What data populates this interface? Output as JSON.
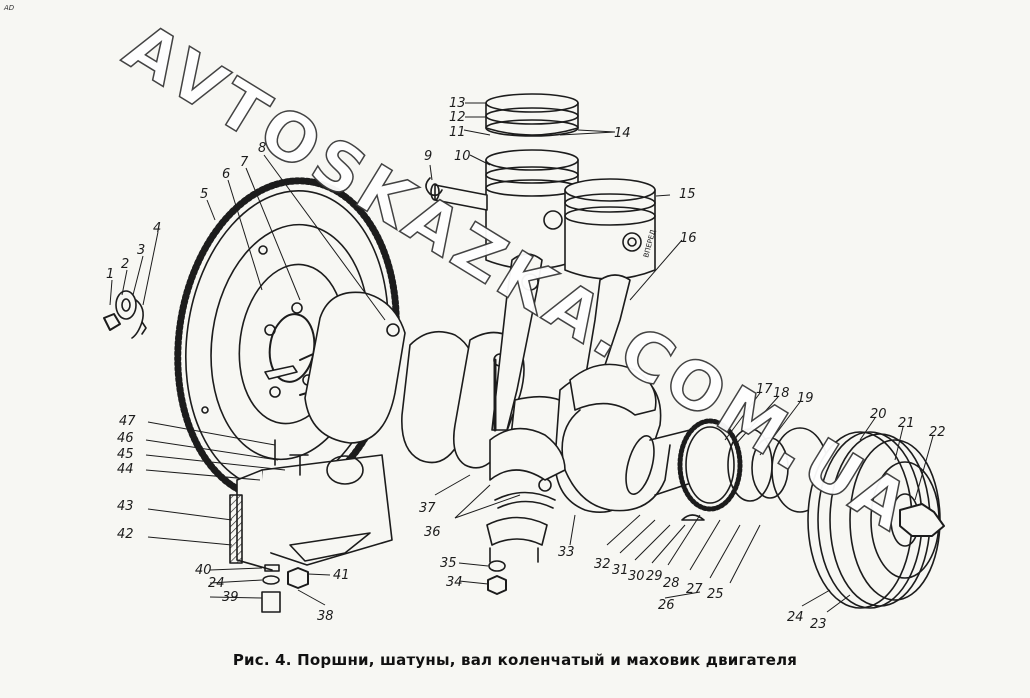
{
  "corner_mark": "AD",
  "watermark": "AVTOSKAZKA.COM.UA",
  "caption": "Рис. 4. Поршни, шатуны, вал коленчатый и маховик двигателя",
  "part_labels": [
    "1",
    "2",
    "3",
    "4",
    "5",
    "6",
    "7",
    "8",
    "9",
    "10",
    "11",
    "12",
    "13",
    "14",
    "15",
    "16",
    "17",
    "18",
    "19",
    "20",
    "21",
    "22",
    "23",
    "24",
    "24",
    "24",
    "25",
    "26",
    "27",
    "28",
    "29",
    "30",
    "31",
    "32",
    "33",
    "34",
    "35",
    "36",
    "37",
    "38",
    "39",
    "40",
    "41",
    "42",
    "43",
    "44",
    "45",
    "46",
    "47"
  ],
  "piston_stamp": "ВПЕРЕД",
  "colors": {
    "ink": "#1c1c1c",
    "paper": "#f7f7f3",
    "watermark_fill": "#ffffff",
    "watermark_stroke": "#3a3a3a"
  }
}
